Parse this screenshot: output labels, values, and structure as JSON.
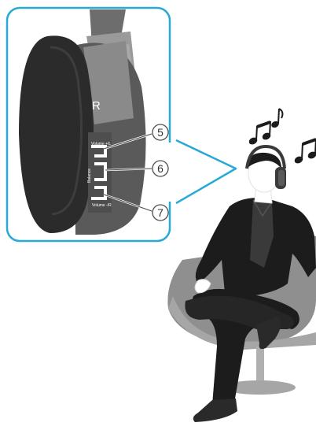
{
  "callouts": [
    {
      "number": "5",
      "control": "Volume +/L"
    },
    {
      "number": "6",
      "control": "Balance"
    },
    {
      "number": "7",
      "control": "Volume -/R"
    }
  ],
  "earcup_side_label": "R",
  "colors": {
    "inset_border": "#29a9d8",
    "callout_ring": "#4a4a4a",
    "headphone_pad": "#2b2b2b",
    "headphone_body": "#5a5a5a",
    "suit": "#1c1c1c",
    "chair": "#8f8f8f"
  },
  "icons": [
    "music-notes-icon"
  ]
}
